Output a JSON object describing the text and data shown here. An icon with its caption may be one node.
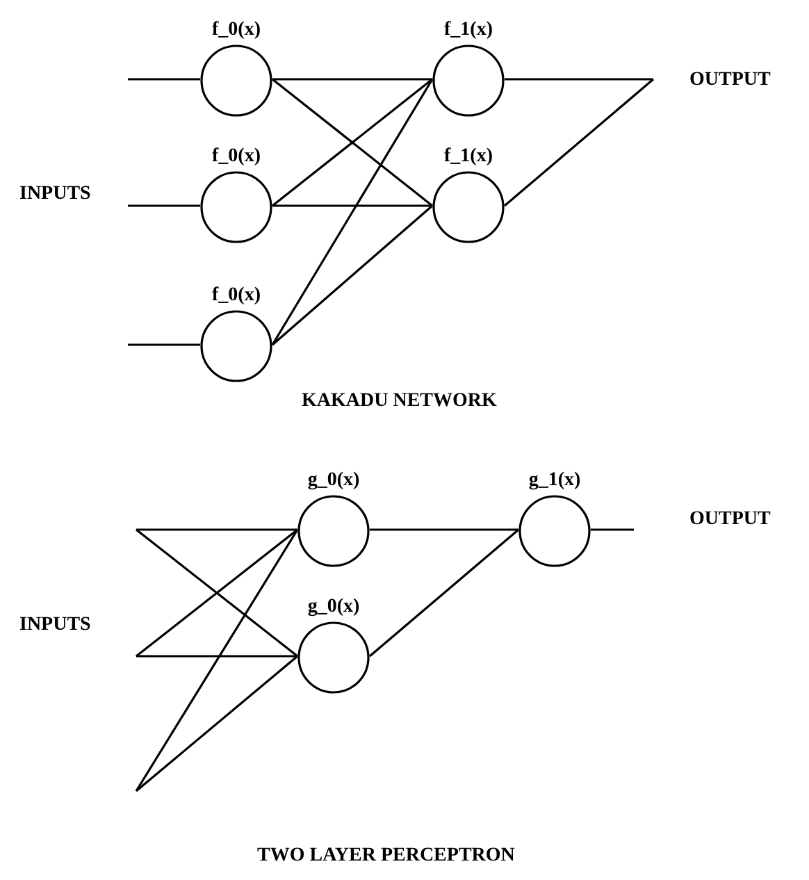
{
  "diagram": {
    "nodes": [
      {
        "text": [
          "f_0(x)"
        ]
      },
      {
        "text": [
          "f_0(x)"
        ]
      },
      {
        "text": [
          "f_0(x)"
        ]
      },
      {
        "text": [
          "f_1(x)"
        ]
      },
      {
        "text": [
          "f_1(x)"
        ]
      },
      {
        "text": [
          "g_0(x)"
        ]
      },
      {
        "text": [
          "g_0(x)"
        ]
      },
      {
        "text": [
          "g_1(x)"
        ]
      }
    ],
    "edges": [
      {
        "from": null,
        "to": 0,
        "arrow": "none"
      },
      {
        "from": null,
        "to": 1,
        "arrow": "none"
      },
      {
        "from": null,
        "to": 2,
        "arrow": "none"
      },
      {
        "from": 0,
        "to": 3,
        "arrow": "none"
      },
      {
        "from": 0,
        "to": 4,
        "arrow": "none"
      },
      {
        "from": 1,
        "to": 3,
        "arrow": "none"
      },
      {
        "from": 1,
        "to": 4,
        "arrow": "none"
      },
      {
        "from": 2,
        "to": 3,
        "arrow": "none"
      },
      {
        "from": 2,
        "to": 4,
        "arrow": "none"
      },
      {
        "from": 3,
        "to": null,
        "arrow": "none"
      },
      {
        "from": 4,
        "to": null,
        "arrow": "none"
      },
      {
        "from": null,
        "to": 5,
        "arrow": "none"
      },
      {
        "from": null,
        "to": 6,
        "arrow": "none"
      },
      {
        "from": null,
        "to": 5,
        "arrow": "none"
      },
      {
        "from": null,
        "to": 6,
        "arrow": "none"
      },
      {
        "from": null,
        "to": 5,
        "arrow": "none"
      },
      {
        "from": null,
        "to": 6,
        "arrow": "none"
      },
      {
        "from": 5,
        "to": 7,
        "arrow": "none"
      },
      {
        "from": 6,
        "to": 7,
        "arrow": "none"
      },
      {
        "from": 7,
        "to": null,
        "arrow": "none"
      }
    ],
    "labels": [
      "INPUTS",
      "OUTPUT",
      "KAKADU NETWORK",
      "INPUTS",
      "OUTPUT",
      "TWO LAYER PERCEPTRON"
    ]
  }
}
